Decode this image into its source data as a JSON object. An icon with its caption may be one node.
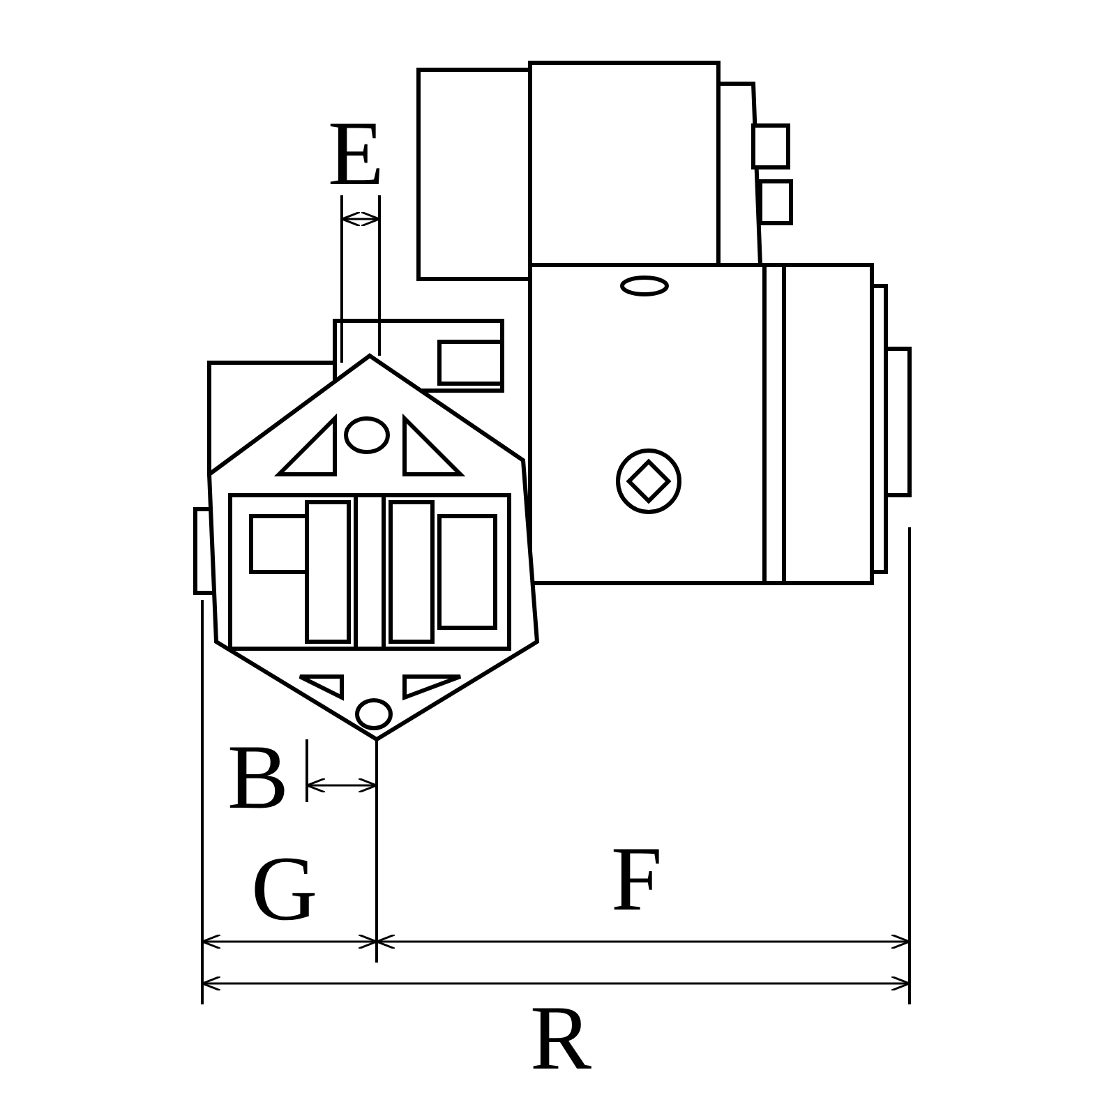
{
  "diagram": {
    "labels": [
      "E",
      "B",
      "G",
      "F",
      "R"
    ]
  }
}
